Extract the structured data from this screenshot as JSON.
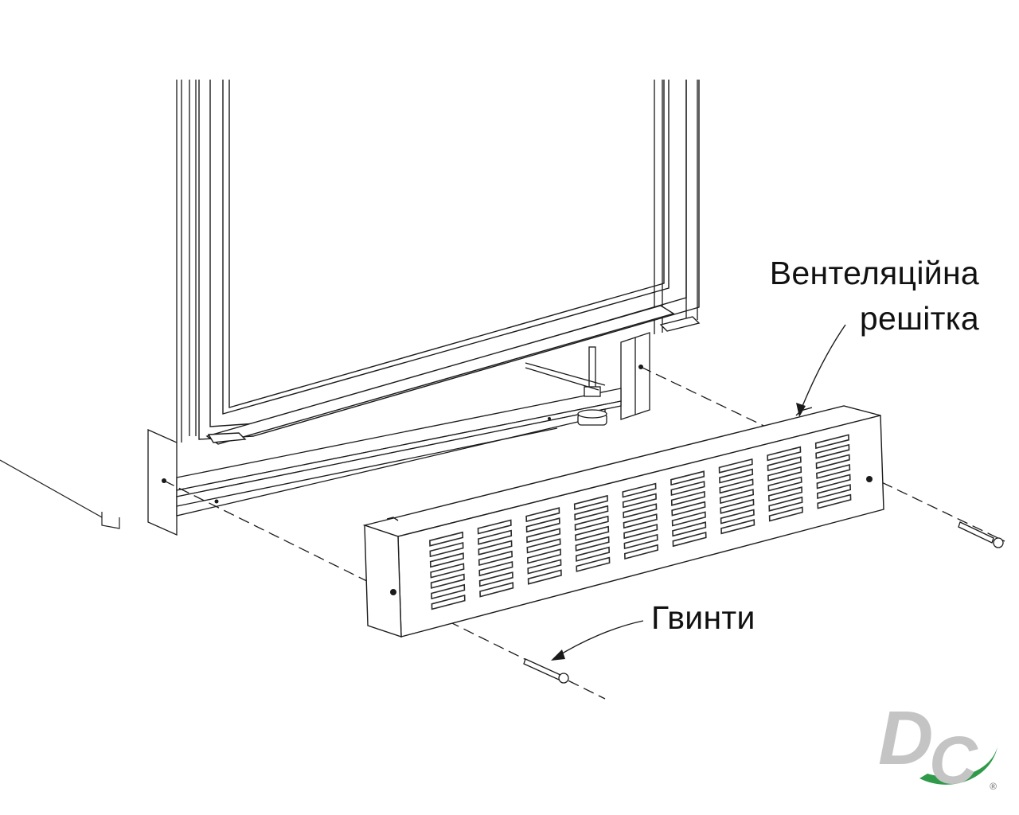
{
  "labels": {
    "grille_line1": "Вентеляційна",
    "grille_line2": "решітка",
    "screws": "Гвинти"
  },
  "logo": {
    "text_d": "D",
    "text_c": "C",
    "registered": "®",
    "color_gray": "#c4c4c4",
    "color_green": "#2f9a4a"
  },
  "colors": {
    "line": "#1a1a1a",
    "panel": "#ffffff",
    "slot": "#2a2a2a"
  },
  "grille": {
    "columns": 9,
    "slots_per_column": 7
  }
}
